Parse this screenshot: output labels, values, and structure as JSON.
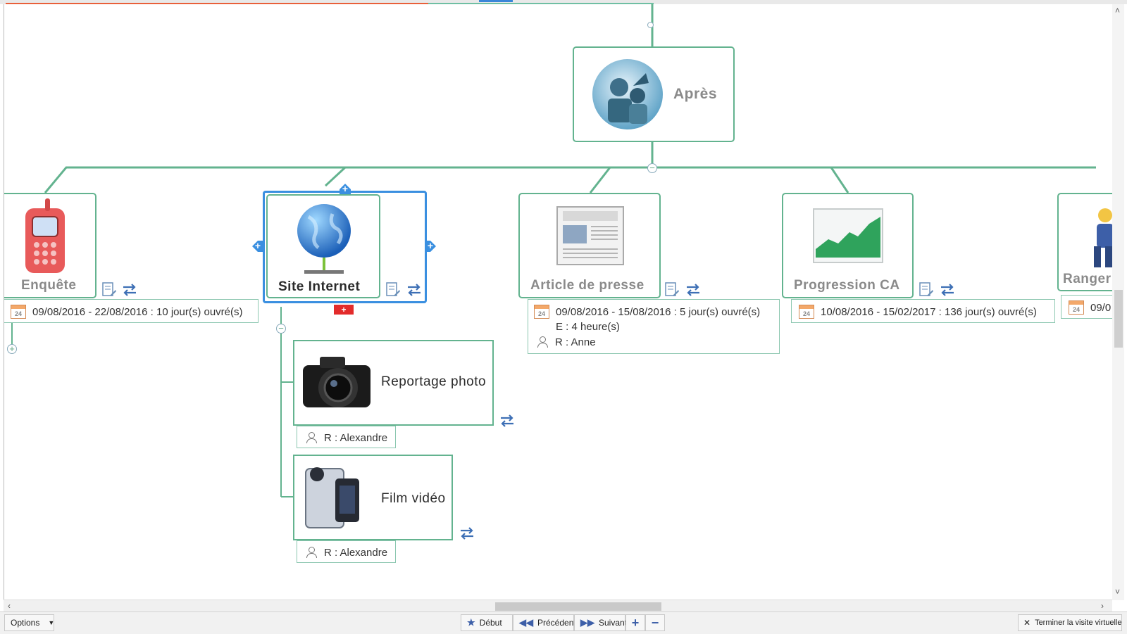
{
  "root": {
    "label": "Après"
  },
  "nodes": [
    {
      "label": "Enquête",
      "date": "09/08/2016 - 22/08/2016 : 10 jour(s) ouvré(s)"
    },
    {
      "label": "Site Internet"
    },
    {
      "label": "Article de presse",
      "date": "09/08/2016 - 15/08/2016 : 5 jour(s) ouvré(s)",
      "effort": "E : 4 heure(s)",
      "resource": "R : Anne"
    },
    {
      "label": "Progression CA",
      "date": "10/08/2016 - 15/02/2017 : 136 jour(s) ouvré(s)"
    },
    {
      "label": "Ranger",
      "date": "09/0"
    }
  ],
  "children": [
    {
      "label": "Reportage photo",
      "resource": "R : Alexandre"
    },
    {
      "label": "Film vidéo",
      "resource": "R : Alexandre"
    }
  ],
  "calendar_day": "24",
  "toolbar": {
    "options": "Options",
    "debut": "Début",
    "precedent": "Précédent",
    "suivant": "Suivant",
    "terminer": "Terminer la visite virtuelle"
  },
  "colors": {
    "branch": "#63b38f",
    "selection": "#3a8fe0",
    "accent_red": "#e9603a"
  }
}
